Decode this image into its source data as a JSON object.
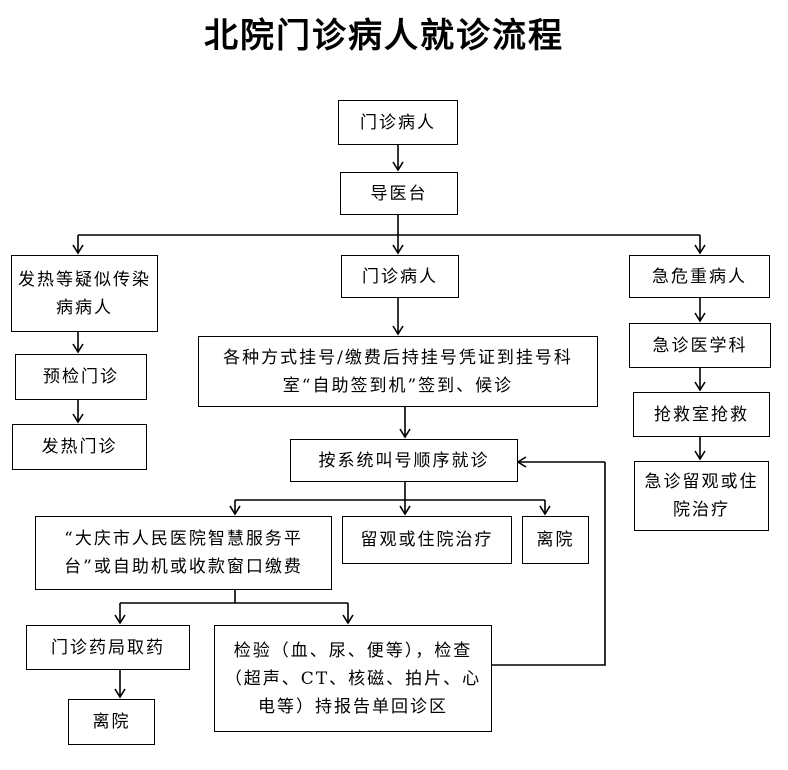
{
  "title": "北院门诊病人就诊流程",
  "nodes": {
    "outpatient_top": "门诊病人",
    "guide_desk": "导医台",
    "fever_suspect": "发热等疑似传染病病人",
    "outpatient_mid": "门诊病人",
    "emergency_patient": "急危重病人",
    "precheck": "预检门诊",
    "fever_clinic": "发热门诊",
    "register": "各种方式挂号/缴费后持挂号凭证到挂号科室“自助签到机”签到、候诊",
    "emergency_dept": "急诊医学科",
    "rescue_room": "抢救室抢救",
    "observation": "急诊留观或住院治疗",
    "call_order": "按系统叫号顺序就诊",
    "payment": "“大庆市人民医院智慧服务平台”或自助机或收款窗口缴费",
    "observe_hospital": "留观或住院治疗",
    "discharge_mid": "离院",
    "pharmacy": "门诊药局取药",
    "tests": "检验（血、尿、便等），检查（超声、CT、核磁、拍片、心电等）持报告单回诊区",
    "discharge_bottom": "离院"
  }
}
